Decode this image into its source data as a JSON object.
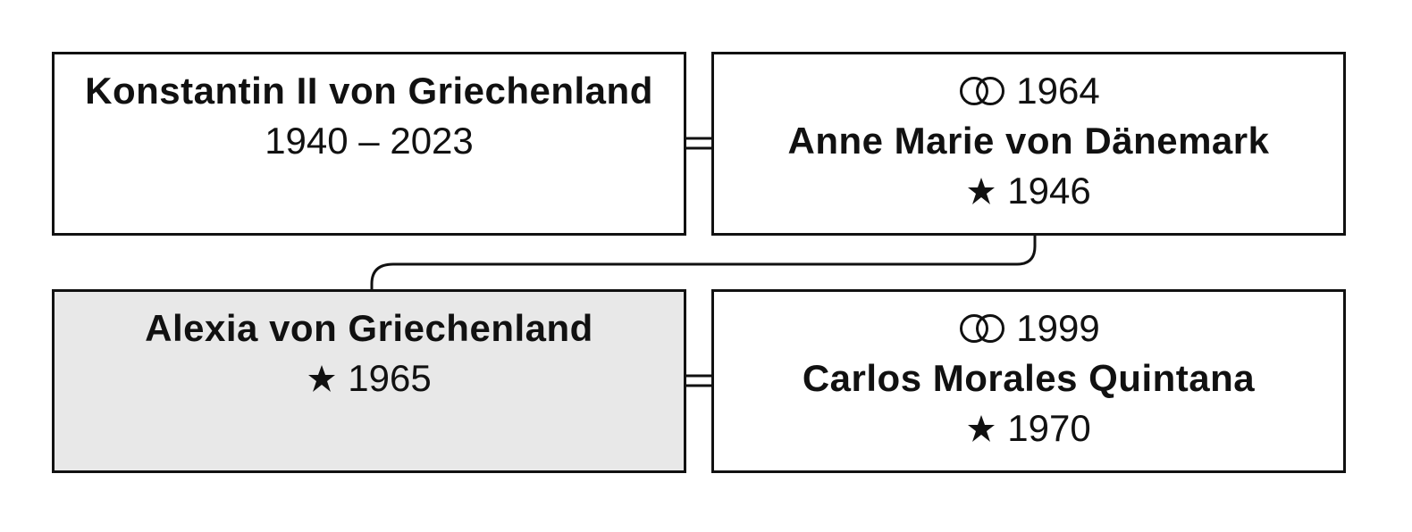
{
  "persons": {
    "konstantin": {
      "name": "Konstantin II von Griechenland",
      "dates": "1940 – 2023"
    },
    "anne": {
      "marriage_year": "1964",
      "name": "Anne Marie von Dänemark",
      "birth": "1946"
    },
    "alexia": {
      "name": "Alexia von Griechenland",
      "birth": "1965"
    },
    "carlos": {
      "marriage_year": "1999",
      "name": "Carlos Morales Quintana",
      "birth": "1970"
    }
  },
  "icons": {
    "birth": "star-icon",
    "marriage": "rings-icon"
  },
  "colors": {
    "border": "#111111",
    "highlight_background": "#e8e8e8",
    "background": "#ffffff"
  }
}
